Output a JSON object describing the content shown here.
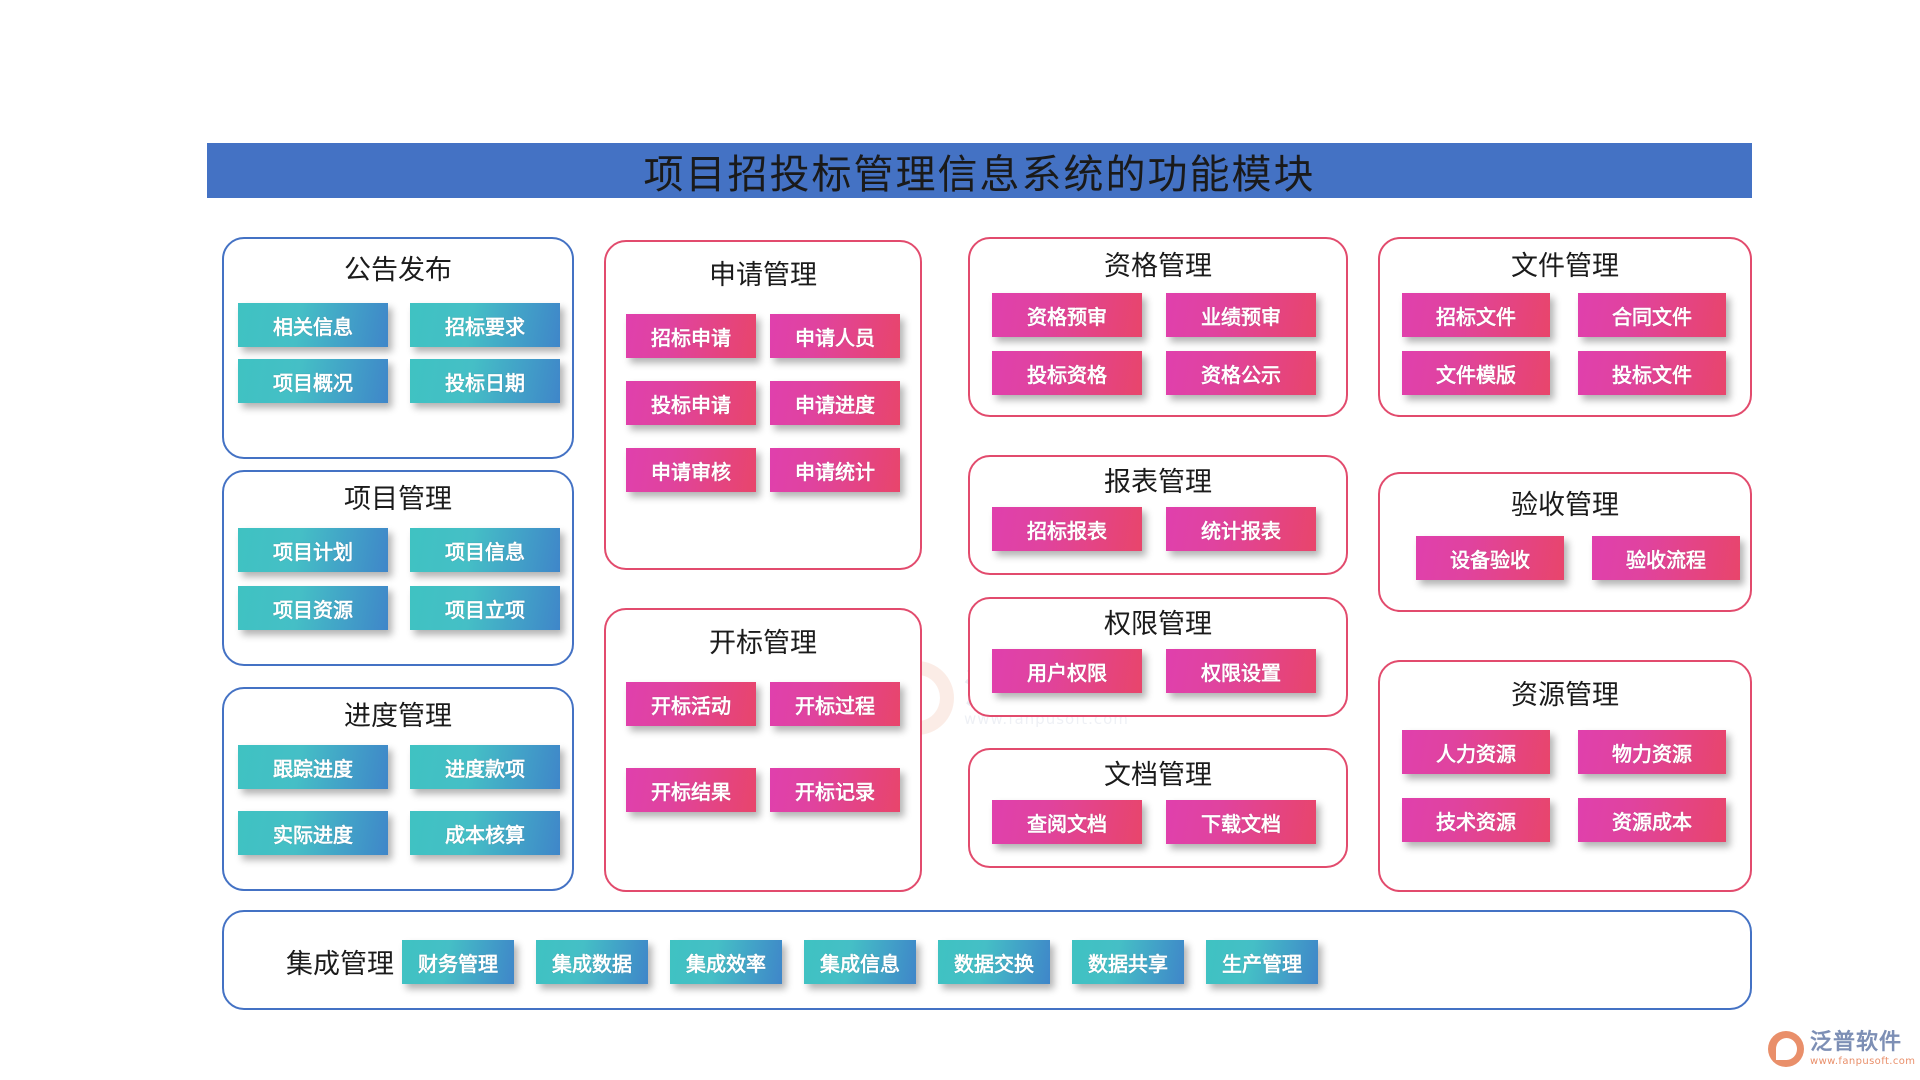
{
  "page": {
    "title": "项目招投标管理信息系统的功能模块"
  },
  "watermark": {
    "brand_cn": "泛普软件",
    "url": "www.fanpusoft.com"
  },
  "logo": {
    "brand_cn": "泛普软件",
    "url": "www.fanpusoft.com"
  },
  "colors": {
    "banner_bg": "#4472c4",
    "blue_border": "#4472c4",
    "pink_border": "#e24b6d",
    "chip_teal_from": "#3fc2c2",
    "chip_teal_to": "#3f86c9",
    "chip_pink_from": "#e040ad",
    "chip_pink_to": "#e8456b"
  },
  "groups": [
    {
      "id": "announcement",
      "title": "公告发布",
      "theme": "blue",
      "items": [
        "相关信息",
        "招标要求",
        "项目概况",
        "投标日期"
      ]
    },
    {
      "id": "project",
      "title": "项目管理",
      "theme": "blue",
      "items": [
        "项目计划",
        "项目信息",
        "项目资源",
        "项目立项"
      ]
    },
    {
      "id": "progress",
      "title": "进度管理",
      "theme": "blue",
      "items": [
        "跟踪进度",
        "进度款项",
        "实际进度",
        "成本核算"
      ]
    },
    {
      "id": "application",
      "title": "申请管理",
      "theme": "pink",
      "items": [
        "招标申请",
        "申请人员",
        "投标申请",
        "申请进度",
        "申请审核",
        "申请统计"
      ]
    },
    {
      "id": "bid-opening",
      "title": "开标管理",
      "theme": "pink",
      "items": [
        "开标活动",
        "开标过程",
        "开标结果",
        "开标记录"
      ]
    },
    {
      "id": "qualification",
      "title": "资格管理",
      "theme": "pink",
      "items": [
        "资格预审",
        "业绩预审",
        "投标资格",
        "资格公示"
      ]
    },
    {
      "id": "report",
      "title": "报表管理",
      "theme": "pink",
      "items": [
        "招标报表",
        "统计报表"
      ]
    },
    {
      "id": "permission",
      "title": "权限管理",
      "theme": "pink",
      "items": [
        "用户权限",
        "权限设置"
      ]
    },
    {
      "id": "document",
      "title": "文档管理",
      "theme": "pink",
      "items": [
        "查阅文档",
        "下载文档"
      ]
    },
    {
      "id": "file",
      "title": "文件管理",
      "theme": "pink",
      "items": [
        "招标文件",
        "合同文件",
        "文件模版",
        "投标文件"
      ]
    },
    {
      "id": "acceptance",
      "title": "验收管理",
      "theme": "pink",
      "items": [
        "设备验收",
        "验收流程"
      ]
    },
    {
      "id": "resource",
      "title": "资源管理",
      "theme": "pink",
      "items": [
        "人力资源",
        "物力资源",
        "技术资源",
        "资源成本"
      ]
    }
  ],
  "integration": {
    "title": "集成管理",
    "items": [
      "财务管理",
      "集成数据",
      "集成效率",
      "集成信息",
      "数据交换",
      "数据共享",
      "生产管理"
    ]
  }
}
